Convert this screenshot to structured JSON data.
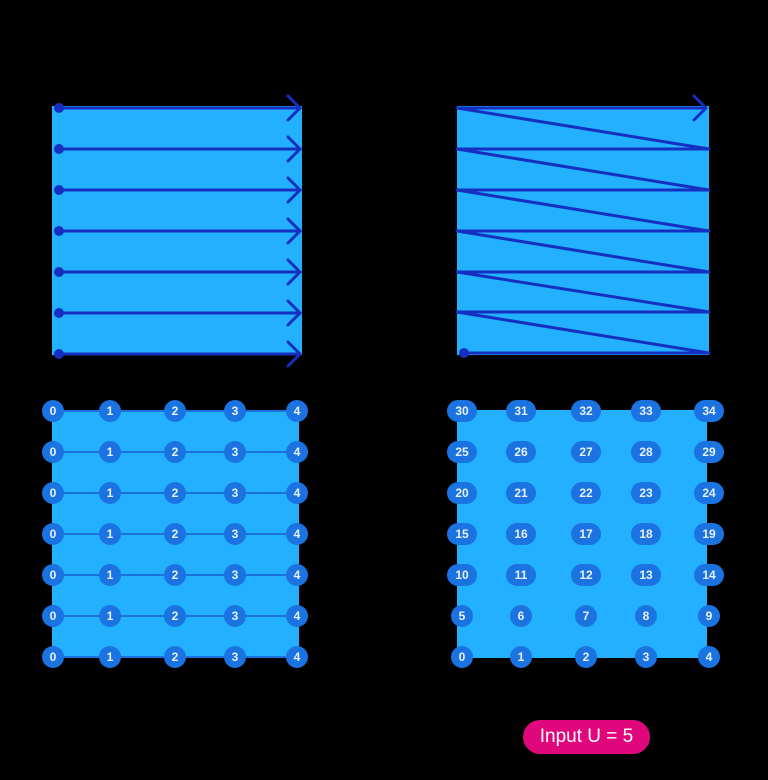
{
  "colors": {
    "background": "#000000",
    "square_fill": "#22b0ff",
    "path_stroke": "#1530c0",
    "node_fill": "#1a73e0",
    "node_text": "#e8f2ff",
    "badge_fill": "#e0077d"
  },
  "diagrams": {
    "row_scan": {
      "description": "Each row traversed left-to-right independently",
      "rows": 7
    },
    "zigzag_scan": {
      "description": "Continuous zig-zag path starting bottom-left, ending top-right",
      "rows": 7
    },
    "per_row_indices": {
      "rows": [
        [
          "0",
          "1",
          "2",
          "3",
          "4"
        ],
        [
          "0",
          "1",
          "2",
          "3",
          "4"
        ],
        [
          "0",
          "1",
          "2",
          "3",
          "4"
        ],
        [
          "0",
          "1",
          "2",
          "3",
          "4"
        ],
        [
          "0",
          "1",
          "2",
          "3",
          "4"
        ],
        [
          "0",
          "1",
          "2",
          "3",
          "4"
        ],
        [
          "0",
          "1",
          "2",
          "3",
          "4"
        ]
      ]
    },
    "global_indices": {
      "rows": [
        [
          "30",
          "31",
          "32",
          "33",
          "34"
        ],
        [
          "25",
          "26",
          "27",
          "28",
          "29"
        ],
        [
          "20",
          "21",
          "22",
          "23",
          "24"
        ],
        [
          "15",
          "16",
          "17",
          "18",
          "19"
        ],
        [
          "10",
          "11",
          "12",
          "13",
          "14"
        ],
        [
          "5",
          "6",
          "7",
          "8",
          "9"
        ],
        [
          "0",
          "1",
          "2",
          "3",
          "4"
        ]
      ]
    }
  },
  "badge": {
    "label": "Input U = 5"
  }
}
